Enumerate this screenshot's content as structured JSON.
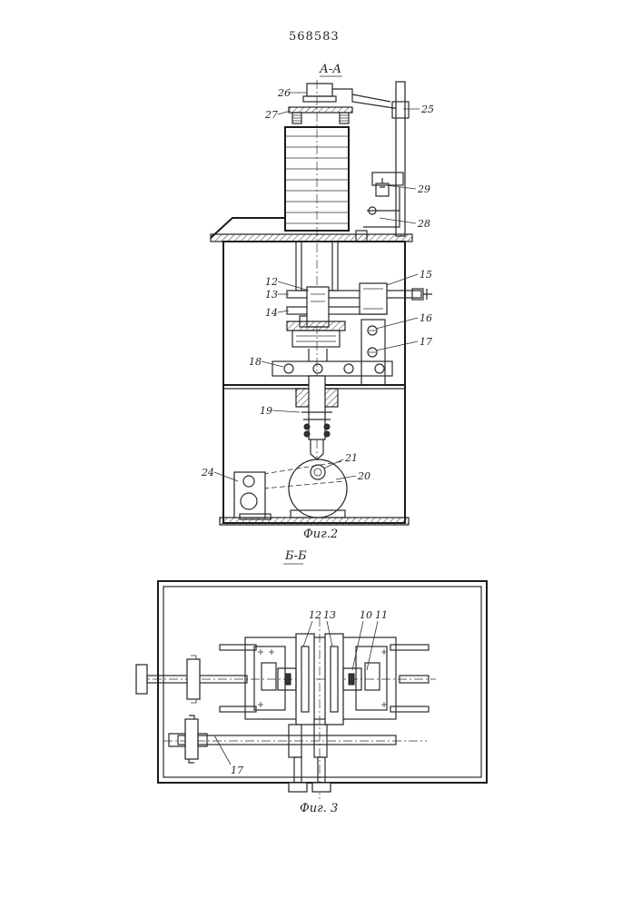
{
  "patent_number": "568583",
  "fig2": {
    "section_label": "А-А",
    "caption": "Фиг.2",
    "part_numbers": [
      "26",
      "27",
      "25",
      "29",
      "28",
      "12",
      "13",
      "14",
      "15",
      "16",
      "17",
      "18",
      "19",
      "24",
      "21",
      "20"
    ]
  },
  "fig3": {
    "section_label": "Б-Б",
    "caption": "Фиг. 3",
    "part_numbers": [
      "12",
      "13",
      "10",
      "11",
      "17"
    ]
  }
}
